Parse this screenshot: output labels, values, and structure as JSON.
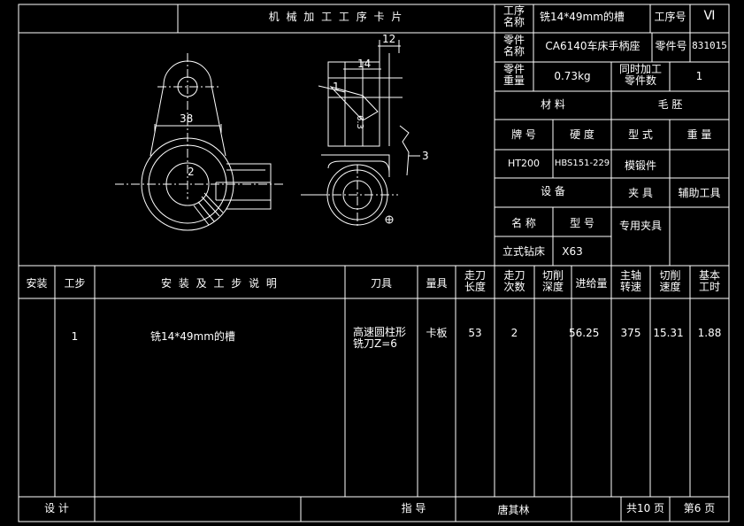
{
  "card_title": "机 械 加 工 工 序 卡 片",
  "header": {
    "process_name_label": "工序\n名称",
    "process_name": "铣14*49mm的槽",
    "process_no_label": "工序号",
    "process_no": "Ⅵ",
    "part_name_label": "零件\n名称",
    "part_name": "CA6140车床手柄座",
    "part_no_label": "零件号",
    "part_no": "831015",
    "part_weight_label": "零件\n重量",
    "part_weight": "0.73kg",
    "simul_count_label": "同时加工\n零件数",
    "simul_count": "1"
  },
  "material": {
    "section_label": "材    料",
    "blank_label": "毛    胚",
    "grade_label": "牌  号",
    "hardness_label": "硬  度",
    "form_label": "型  式",
    "weight_label": "重  量",
    "grade": "HT200",
    "hardness": "HBS151-229",
    "form": "模锻件",
    "weight": ""
  },
  "equipment": {
    "section_label": "设    备",
    "fixture_label": "夹  具",
    "aux_label": "辅助工具",
    "name_label": "名  称",
    "model_label": "型  号",
    "fixture": "专用夹具",
    "name": "立式钻床",
    "model": "X63"
  },
  "drawing": {
    "dim_38": "38",
    "dim_14": "14",
    "dim_12": "12",
    "dim_63": "6.3",
    "mark_1": "1",
    "mark_2": "2",
    "mark_3": "3"
  },
  "table": {
    "headers": [
      "安装",
      "工步",
      "安 装 及 工 步 说 明",
      "刀具",
      "量具",
      "走刀\n长度",
      "走刀\n次数",
      "切削\n深度",
      "进给量",
      "主轴\n转速",
      "切削\n速度",
      "基本\n工时"
    ],
    "rows": [
      [
        "",
        "1",
        "铣14*49mm的槽",
        "高速圆柱形\n铣刀Z=6",
        "卡板",
        "53",
        "2",
        "",
        "56.25",
        "375",
        "15.31",
        "1.88"
      ]
    ]
  },
  "footer": {
    "design_label": "设    计",
    "guide_label": "指    导",
    "guide_name": "唐其林",
    "total_pages": "共10 页",
    "page": "第6  页"
  }
}
